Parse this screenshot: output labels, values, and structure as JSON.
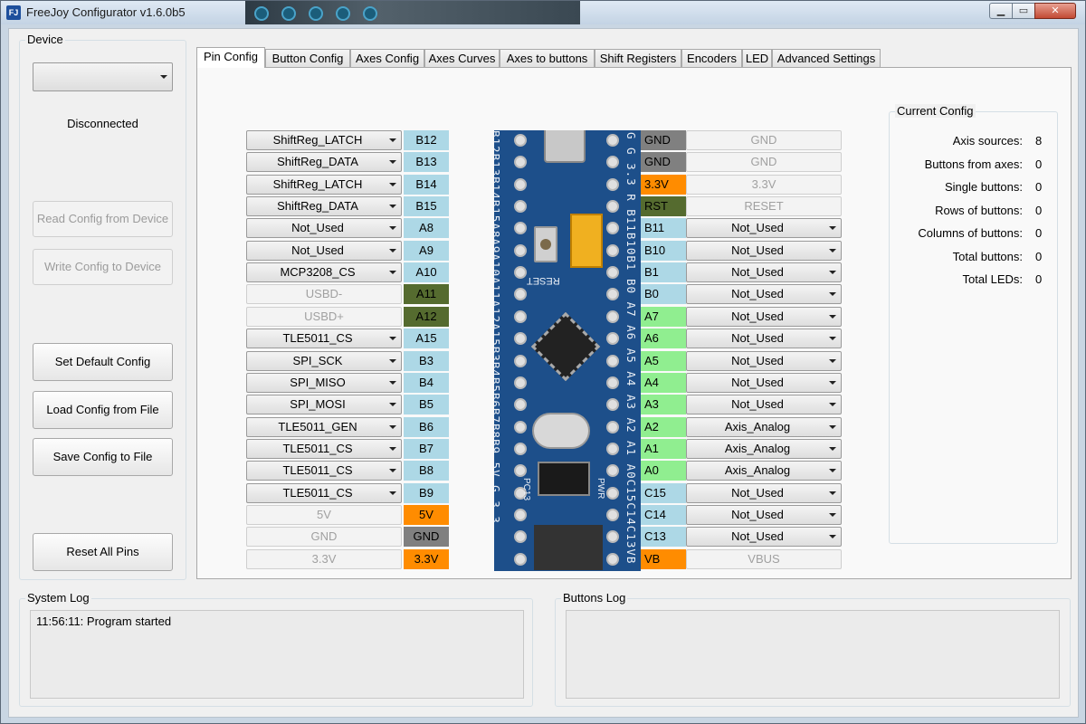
{
  "window": {
    "title": "FreeJoy Configurator v1.6.0b5",
    "icon_text": "FJ",
    "min_glyph": "▁",
    "max_glyph": "▭",
    "close_glyph": "✕"
  },
  "device": {
    "group_title": "Device",
    "selected": "",
    "status": "Disconnected",
    "read_button": "Read Config from Device",
    "write_button": "Write Config to Device",
    "default_button": "Set Default Config",
    "load_button": "Load Config from File",
    "save_button": "Save Config to File",
    "reset_button": "Reset All Pins"
  },
  "tabs": [
    "Pin Config",
    "Button Config",
    "Axes Config",
    "Axes Curves",
    "Axes to buttons",
    "Shift Registers",
    "Encoders",
    "LED",
    "Advanced Settings"
  ],
  "left_pins": [
    {
      "func": "ShiftReg_LATCH",
      "pin": "B12",
      "mode": "combo",
      "pin_color": "#add8e6"
    },
    {
      "func": "ShiftReg_DATA",
      "pin": "B13",
      "mode": "combo",
      "pin_color": "#add8e6"
    },
    {
      "func": "ShiftReg_LATCH",
      "pin": "B14",
      "mode": "combo",
      "pin_color": "#add8e6"
    },
    {
      "func": "ShiftReg_DATA",
      "pin": "B15",
      "mode": "combo",
      "pin_color": "#add8e6"
    },
    {
      "func": "Not_Used",
      "pin": "A8",
      "mode": "combo",
      "pin_color": "#add8e6"
    },
    {
      "func": "Not_Used",
      "pin": "A9",
      "mode": "combo",
      "pin_color": "#add8e6"
    },
    {
      "func": "MCP3208_CS",
      "pin": "A10",
      "mode": "combo",
      "pin_color": "#add8e6"
    },
    {
      "func": "USBD-",
      "pin": "A11",
      "mode": "disabled",
      "pin_color": "#556b2f"
    },
    {
      "func": "USBD+",
      "pin": "A12",
      "mode": "disabled",
      "pin_color": "#556b2f"
    },
    {
      "func": "TLE5011_CS",
      "pin": "A15",
      "mode": "combo",
      "pin_color": "#add8e6"
    },
    {
      "func": "SPI_SCK",
      "pin": "B3",
      "mode": "combo",
      "pin_color": "#add8e6"
    },
    {
      "func": "SPI_MISO",
      "pin": "B4",
      "mode": "combo",
      "pin_color": "#add8e6"
    },
    {
      "func": "SPI_MOSI",
      "pin": "B5",
      "mode": "combo",
      "pin_color": "#add8e6"
    },
    {
      "func": "TLE5011_GEN",
      "pin": "B6",
      "mode": "combo",
      "pin_color": "#add8e6"
    },
    {
      "func": "TLE5011_CS",
      "pin": "B7",
      "mode": "combo",
      "pin_color": "#add8e6"
    },
    {
      "func": "TLE5011_CS",
      "pin": "B8",
      "mode": "combo",
      "pin_color": "#add8e6"
    },
    {
      "func": "TLE5011_CS",
      "pin": "B9",
      "mode": "combo",
      "pin_color": "#add8e6"
    },
    {
      "func": "5V",
      "pin": "5V",
      "mode": "disabled",
      "pin_color": "#ff8c00"
    },
    {
      "func": "GND",
      "pin": "GND",
      "mode": "disabled",
      "pin_color": "#808080"
    },
    {
      "func": "3.3V",
      "pin": "3.3V",
      "mode": "disabled",
      "pin_color": "#ff8c00"
    }
  ],
  "right_pins": [
    {
      "pin": "GND",
      "func": "GND",
      "mode": "disabled",
      "pin_color": "#808080"
    },
    {
      "pin": "GND",
      "func": "GND",
      "mode": "disabled",
      "pin_color": "#808080"
    },
    {
      "pin": "3.3V",
      "func": "3.3V",
      "mode": "disabled",
      "pin_color": "#ff8c00"
    },
    {
      "pin": "RST",
      "func": "RESET",
      "mode": "disabled",
      "pin_color": "#556b2f"
    },
    {
      "pin": "B11",
      "func": "Not_Used",
      "mode": "combo",
      "pin_color": "#add8e6"
    },
    {
      "pin": "B10",
      "func": "Not_Used",
      "mode": "combo",
      "pin_color": "#add8e6"
    },
    {
      "pin": "B1",
      "func": "Not_Used",
      "mode": "combo",
      "pin_color": "#add8e6"
    },
    {
      "pin": "B0",
      "func": "Not_Used",
      "mode": "combo",
      "pin_color": "#add8e6"
    },
    {
      "pin": "A7",
      "func": "Not_Used",
      "mode": "combo",
      "pin_color": "#90ee90"
    },
    {
      "pin": "A6",
      "func": "Not_Used",
      "mode": "combo",
      "pin_color": "#90ee90"
    },
    {
      "pin": "A5",
      "func": "Not_Used",
      "mode": "combo",
      "pin_color": "#90ee90"
    },
    {
      "pin": "A4",
      "func": "Not_Used",
      "mode": "combo",
      "pin_color": "#90ee90"
    },
    {
      "pin": "A3",
      "func": "Not_Used",
      "mode": "combo",
      "pin_color": "#90ee90"
    },
    {
      "pin": "A2",
      "func": "Axis_Analog",
      "mode": "combo",
      "pin_color": "#90ee90"
    },
    {
      "pin": "A1",
      "func": "Axis_Analog",
      "mode": "combo",
      "pin_color": "#90ee90"
    },
    {
      "pin": "A0",
      "func": "Axis_Analog",
      "mode": "combo",
      "pin_color": "#90ee90"
    },
    {
      "pin": "C15",
      "func": "Not_Used",
      "mode": "combo",
      "pin_color": "#add8e6"
    },
    {
      "pin": "C14",
      "func": "Not_Used",
      "mode": "combo",
      "pin_color": "#add8e6"
    },
    {
      "pin": "C13",
      "func": "Not_Used",
      "mode": "combo",
      "pin_color": "#add8e6"
    },
    {
      "pin": "VB",
      "func": "VBUS",
      "mode": "disabled",
      "pin_color": "#ff8c00"
    }
  ],
  "board": {
    "left_silk": "B12B13B14B15A8A9A10A11A12A15B3B4B5B6B7B8B9 5V G 3.3",
    "right_silk": "G G 3.3 R B11B10B1 B0 A7 A6 A5 A4 A3 A2 A1 A0C15C14C13VB",
    "reset_label": "RESET",
    "pc13_label": "PC13",
    "pwr_label": "PWR"
  },
  "current_config": {
    "title": "Current Config",
    "rows": [
      {
        "label": "Axis sources:",
        "value": "8"
      },
      {
        "label": "Buttons from axes:",
        "value": "0"
      },
      {
        "label": "Single buttons:",
        "value": "0"
      },
      {
        "label": "Rows of buttons:",
        "value": "0"
      },
      {
        "label": "Columns of buttons:",
        "value": "0"
      },
      {
        "label": "Total buttons:",
        "value": "0"
      },
      {
        "label": "Total LEDs:",
        "value": "0"
      }
    ]
  },
  "system_log": {
    "title": "System Log",
    "lines": [
      "11:56:11: Program started"
    ]
  },
  "buttons_log": {
    "title": "Buttons Log"
  },
  "colors": {
    "window_frame": "#c9d6e3",
    "board": "#1d4f8a"
  }
}
